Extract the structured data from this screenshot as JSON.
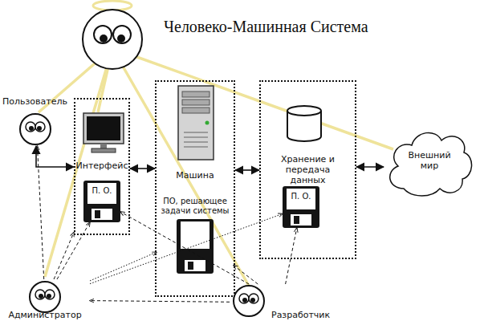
{
  "diagram": {
    "title": "Человеко-Машинная Система",
    "nodes": [
      {
        "text": [
          "Пользователь"
        ]
      },
      {
        "text": [
          "Интерфейс"
        ]
      },
      {
        "text": [
          "П. О."
        ],
        "in": 1
      },
      {
        "text": [
          "Машина"
        ]
      },
      {
        "text": [
          "ПО, решающее задачи системы"
        ],
        "in": 3
      },
      {
        "text": [
          "Хранение и передача данных"
        ]
      },
      {
        "text": [
          "П. О."
        ],
        "in": 5
      },
      {
        "text": [
          "Внешний мир"
        ]
      },
      {
        "text": [
          "Администратор"
        ]
      },
      {
        "text": [
          "Разработчик"
        ]
      }
    ],
    "edges": [
      {
        "from": 1,
        "to": 0,
        "arrow": "both"
      },
      {
        "from": 1,
        "to": 3,
        "arrow": "both"
      },
      {
        "from": 3,
        "to": 5,
        "arrow": "both"
      },
      {
        "from": 5,
        "to": 7,
        "arrow": "both"
      },
      {
        "from": 8,
        "to": 0,
        "arrow": "to"
      },
      {
        "from": 8,
        "to": 1,
        "arrow": "to"
      },
      {
        "from": 8,
        "to": 2,
        "arrow": "to"
      },
      {
        "from": 8,
        "to": 4,
        "arrow": "to"
      },
      {
        "from": 8,
        "to": 6,
        "arrow": "to"
      },
      {
        "from": 9,
        "to": 2,
        "arrow": "to"
      },
      {
        "from": 9,
        "to": 4,
        "arrow": "to"
      },
      {
        "from": 9,
        "to": 6,
        "arrow": "to"
      },
      {
        "from": 9,
        "to": 8,
        "arrow": "to"
      }
    ]
  }
}
